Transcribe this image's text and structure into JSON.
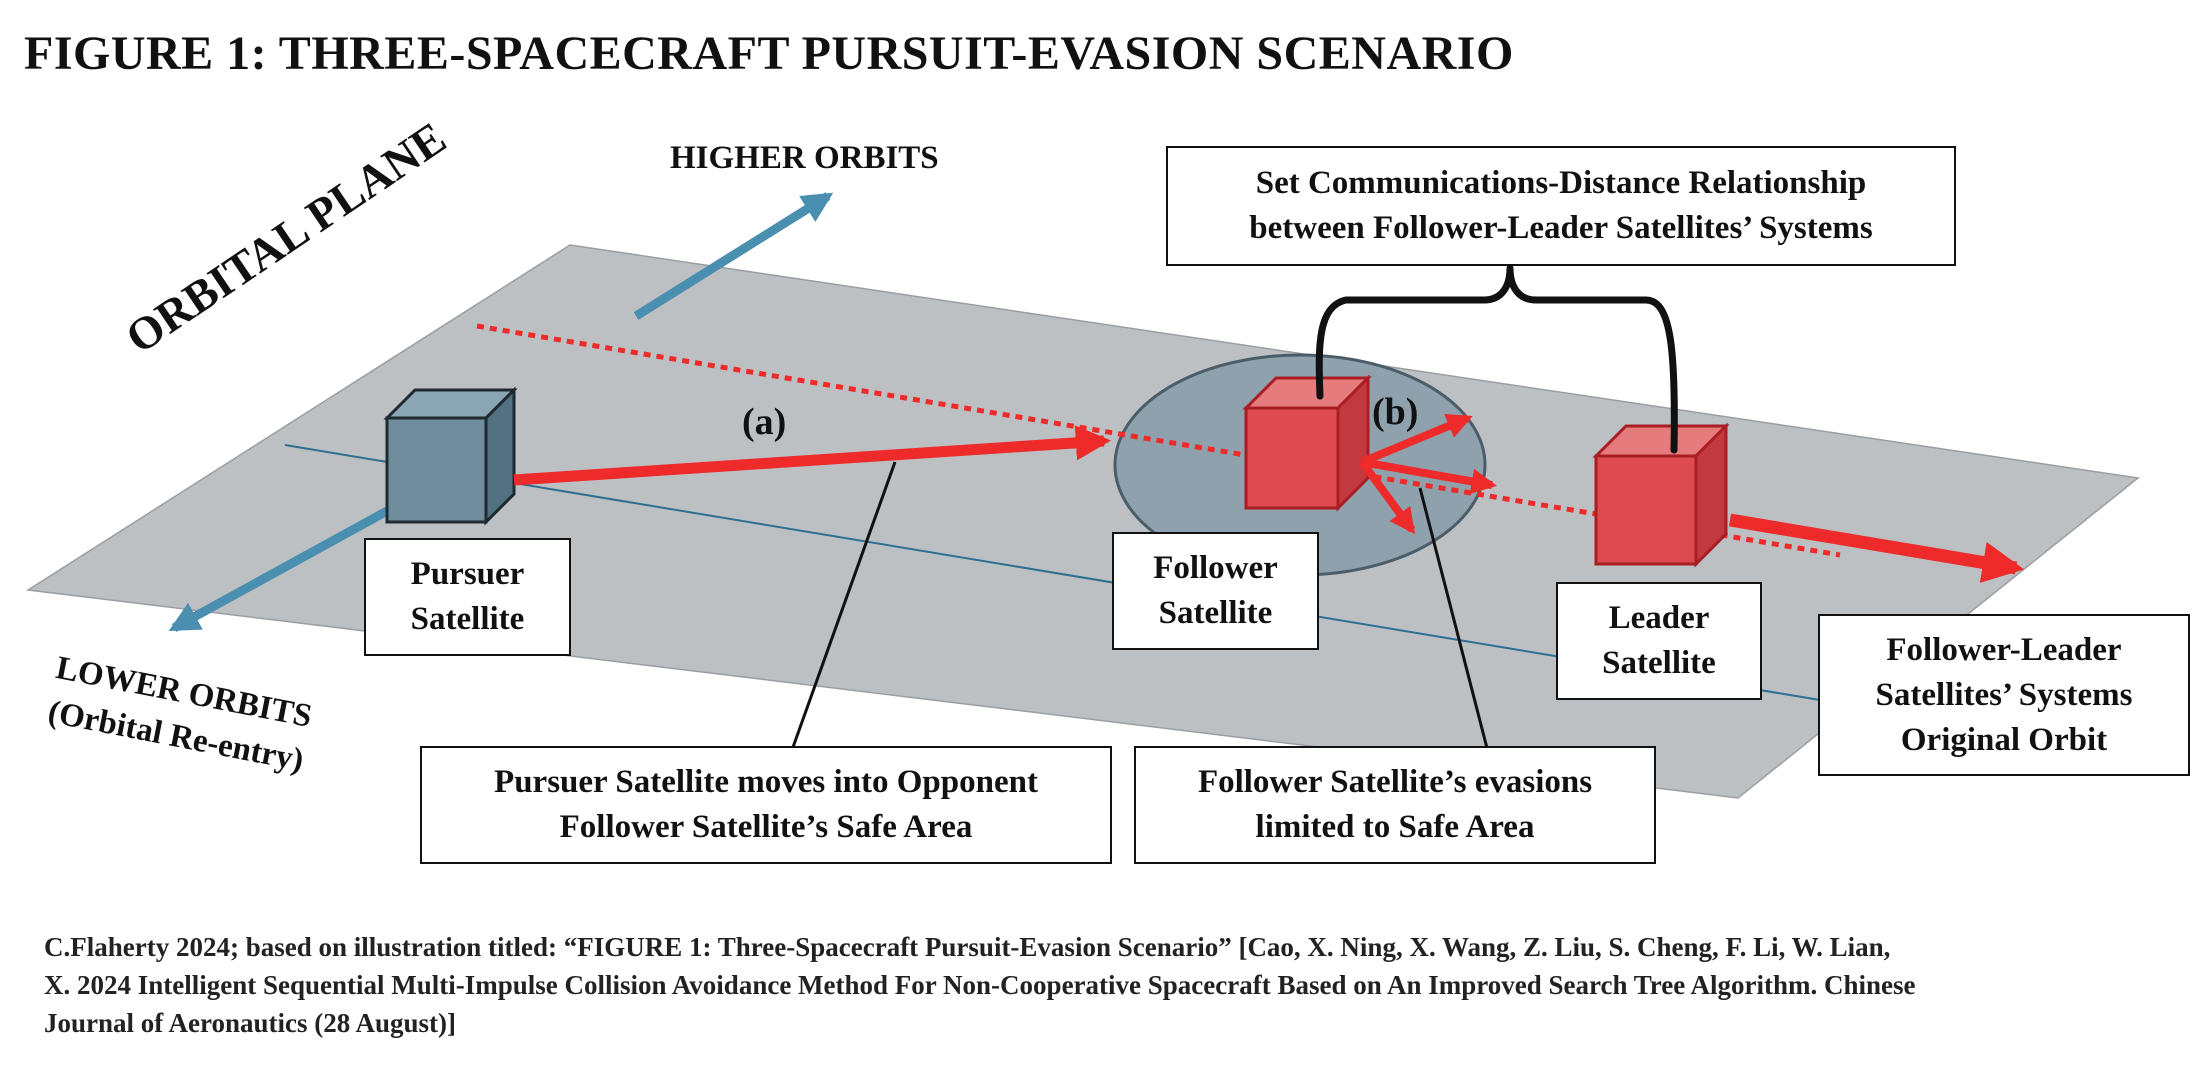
{
  "title": "FIGURE 1: THREE-SPACECRAFT PURSUIT-EVASION SCENARIO",
  "labels": {
    "orbital_plane": "ORBITAL PLANE",
    "higher_orbits": "HIGHER ORBITS",
    "lower_orbits_1": "LOWER ORBITS",
    "lower_orbits_2": "(Orbital Re-entry)",
    "a": "(a)",
    "b": "(b)"
  },
  "boxes": {
    "comm": [
      "Set Communications-Distance Relationship",
      "between Follower-Leader Satellites’ Systems"
    ],
    "pursuer": [
      "Pursuer",
      "Satellite"
    ],
    "follower": [
      "Follower",
      "Satellite"
    ],
    "leader": [
      "Leader",
      "Satellite"
    ],
    "orbit": [
      "Follower-Leader",
      "Satellites’ Systems",
      "Original Orbit"
    ],
    "pursuer_moves": [
      "Pursuer Satellite moves into Opponent",
      "Follower Satellite’s Safe Area"
    ],
    "evasions": [
      "Follower Satellite’s evasions",
      "limited to Safe Area"
    ]
  },
  "credit": [
    "C.Flaherty 2024; based on illustration titled: “FIGURE 1: Three-Spacecraft Pursuit-Evasion Scenario” [Cao, X. Ning, X. Wang, Z. Liu, S. Cheng, F. Li, W. Lian,",
    "X. 2024 Intelligent Sequential Multi-Impulse Collision Avoidance Method For Non-Cooperative Spacecraft Based on An Improved Search Tree Algorithm. Chinese",
    "Journal of Aeronautics (28 August)]"
  ],
  "colors": {
    "plane": "#bcc0c3",
    "safe_area": "#8fa1ad",
    "pursuer_cube": "#6f8d9c",
    "follower_cube": "#dd4b50",
    "red_arrow": "#ee2a2a",
    "blue_arrow": "#4a8fb0",
    "orbit_line": "#2c6f93"
  },
  "icons": {
    "pursuer": "cube-icon",
    "follower": "cube-icon",
    "leader": "cube-icon"
  }
}
